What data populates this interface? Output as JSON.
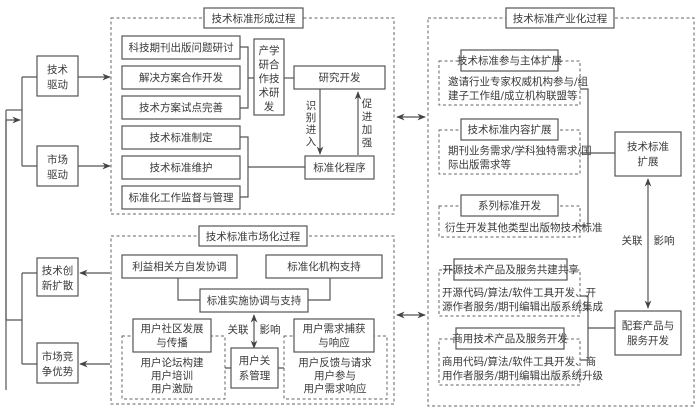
{
  "left": {
    "tech_driven": [
      "技术",
      "驱动"
    ],
    "market_driven": [
      "市场",
      "驱动"
    ],
    "tech_diffusion": [
      "技术创",
      "新扩散"
    ],
    "market_advantage": [
      "市场竞",
      "争优势"
    ]
  },
  "formation": {
    "title": "技术标准形成过程",
    "items_top": [
      "科技期刊出版问题研讨",
      "解决方案合作开发",
      "技术方案试点完善"
    ],
    "collab_rd": [
      "产学",
      "研合",
      "作技",
      "术研",
      "发"
    ],
    "rd": "研究开发",
    "identify_enter": [
      "识",
      "别",
      "进",
      "入"
    ],
    "promote_strengthen": [
      "促",
      "进",
      "加",
      "强"
    ],
    "items_bottom": [
      "技术标准制定",
      "技术标准维护",
      "标准化工作监督与管理"
    ],
    "std_procedure": "标准化程序"
  },
  "marketization": {
    "title": "技术标准市场化过程",
    "stakeholder": "利益相关方自发协调",
    "org_support": "标准化机构支持",
    "impl": "标准实施协调与支持",
    "community": [
      "用户社区发展",
      "与传播"
    ],
    "community_detail": [
      "用户论坛构建",
      "用户培训",
      "用户激励"
    ],
    "relate": "关联",
    "influence": "影响",
    "crm": [
      "用户关",
      "系管理"
    ],
    "demand": [
      "用户需求捕获",
      "与响应"
    ],
    "demand_detail": [
      "用户反馈与请求",
      "用户参与",
      "用户需求响应"
    ]
  },
  "industrialization": {
    "title": "技术标准产业化过程",
    "participant": "技术标准参与主体扩展",
    "participant_detail": [
      "邀请行业专家权威机构参与/组",
      "建子工作组/成立机构联盟等"
    ],
    "content": "技术标准内容扩展",
    "content_detail": [
      "期刊业务需求/学科独特需求/国",
      "际出版需求等"
    ],
    "series": "系列标准开发",
    "series_detail": [
      "衍生开发其他类型出版物技术标准"
    ],
    "expansion": [
      "技术标准",
      "扩展"
    ],
    "relate": "关联",
    "influence": "影响",
    "open_source": "开源技术产品及服务共建共享",
    "open_source_detail": [
      "开源代码/算法/软件工具开发、开",
      "源作者服务/期刊编辑出版系统集成"
    ],
    "commercial": "商用技术产品及服务开发",
    "commercial_detail": [
      "商用代码/算法/软件工具开发、商",
      "用作者服务/期刊编辑出版系统升级"
    ],
    "supporting": [
      "配套产品与",
      "服务开发"
    ]
  }
}
